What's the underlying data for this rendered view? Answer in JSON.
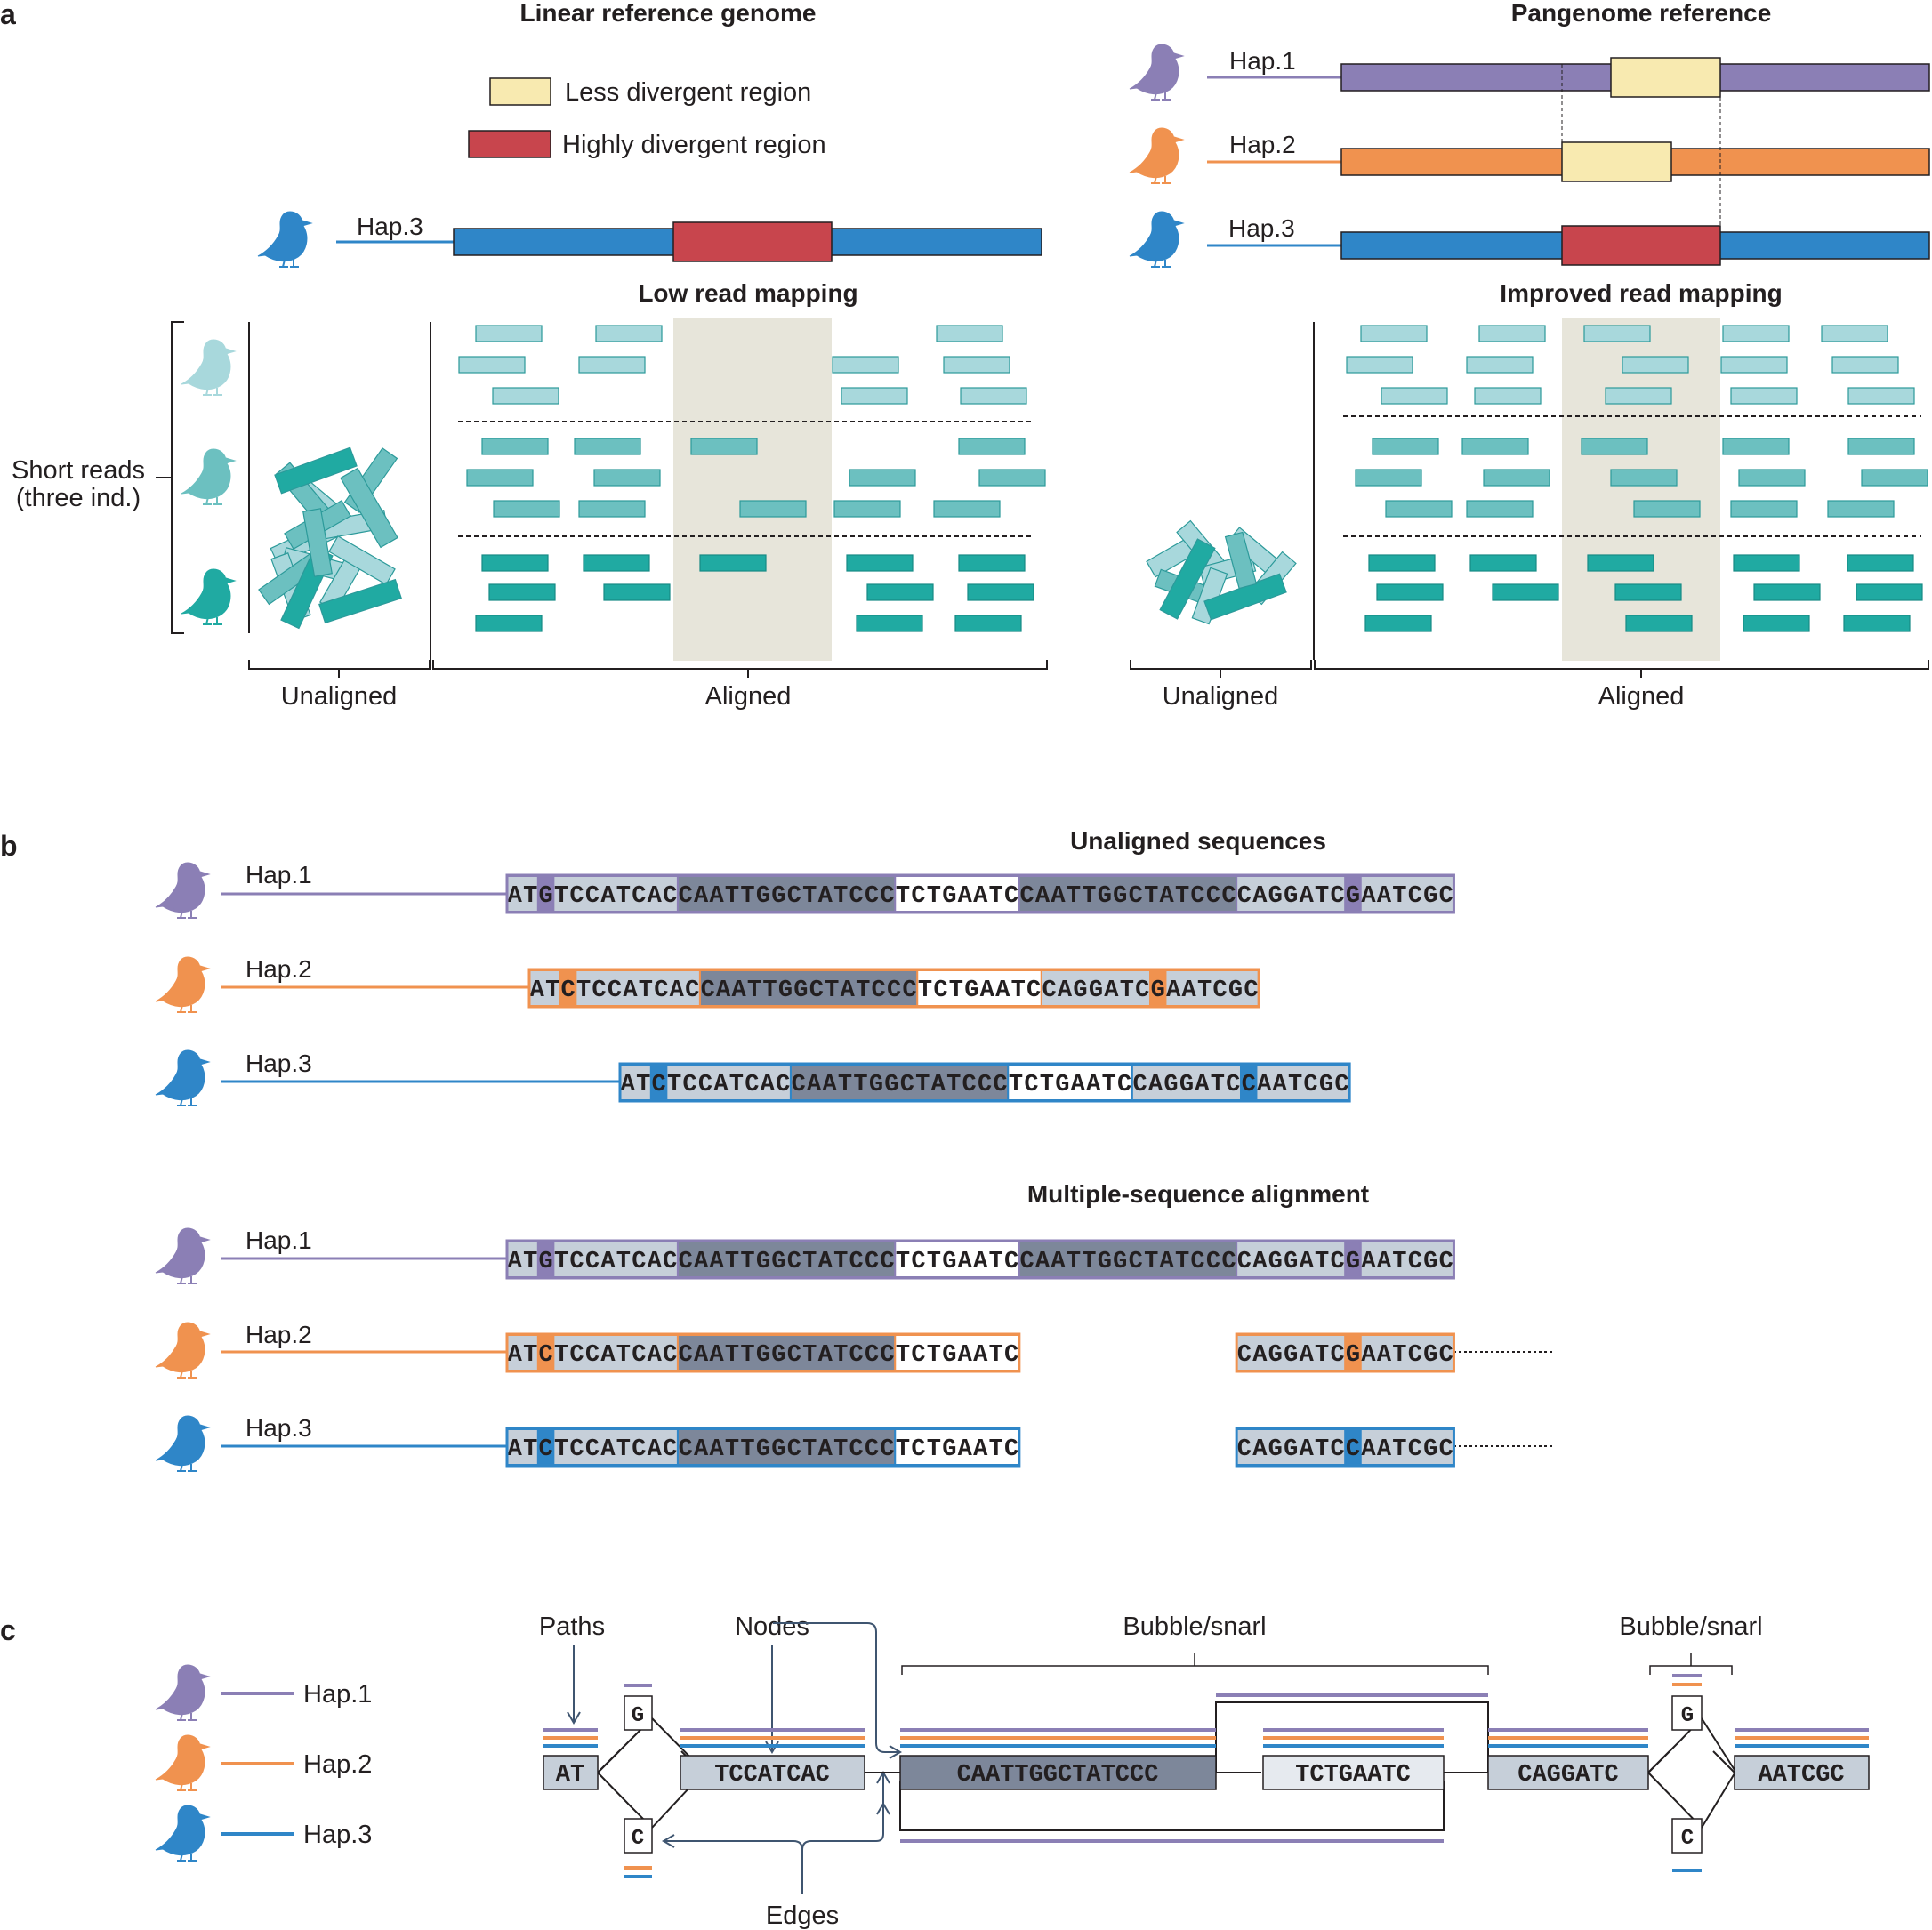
{
  "panel_a": {
    "label": "a",
    "left": {
      "title": "Linear reference genome",
      "legend": [
        {
          "label": "Less divergent region",
          "color": "#f8eab0"
        },
        {
          "label": "Highly divergent region",
          "color": "#c8454d"
        }
      ],
      "hap": "Hap.3",
      "mapping_title": "Low read mapping",
      "unaligned_label": "Unaligned",
      "aligned_label": "Aligned"
    },
    "right": {
      "title": "Pangenome reference",
      "haps": [
        "Hap.1",
        "Hap.2",
        "Hap.3"
      ],
      "mapping_title": "Improved read mapping",
      "unaligned_label": "Unaligned",
      "aligned_label": "Aligned"
    },
    "short_reads_label_line1": "Short reads",
    "short_reads_label_line2": "(three ind.)"
  },
  "panel_b": {
    "label": "b",
    "unaligned_title": "Unaligned sequences",
    "msa_title": "Multiple-sequence alignment",
    "haps": [
      "Hap.1",
      "Hap.2",
      "Hap.3"
    ],
    "unaligned_sequences": [
      "ATGTCCATCACCAATTGGCTATCCCTCTGAATCCAATTGGCTATCCCCAGGATCGAATCGC",
      "ATCTCCATCACCAATTGGCTATCCCTCTGAATCCAGGATCGAATCGC",
      "ATCTCCATCACCAATTGGCTATCCCTCTGAATCCAGGATCCAATCGC"
    ]
  },
  "panel_c": {
    "label": "c",
    "haps": [
      "Hap.1",
      "Hap.2",
      "Hap.3"
    ],
    "annotations": {
      "paths": "Paths",
      "nodes": "Nodes",
      "bubble1": "Bubble/snarl",
      "bubble2": "Bubble/snarl",
      "edges": "Edges"
    },
    "nodes": [
      "AT",
      "G",
      "C",
      "TCCATCAC",
      "CAATTGGCTATCCC",
      "TCTGAATC",
      "CAGGATC",
      "G",
      "C",
      "AATCGC"
    ]
  },
  "colors": {
    "hap1": "#8b7fb5",
    "hap2": "#f0924f",
    "hap3": "#2f86c8",
    "less_divergent": "#f8eab0",
    "highly_divergent": "#c8454d",
    "read_light": "#a8d8dc",
    "read_mid": "#6cc0c0",
    "read_dark": "#20aaa2",
    "aligned_shade": "#e7e5da",
    "node_light": "#c6cfd9",
    "node_dark": "#7d879a"
  }
}
